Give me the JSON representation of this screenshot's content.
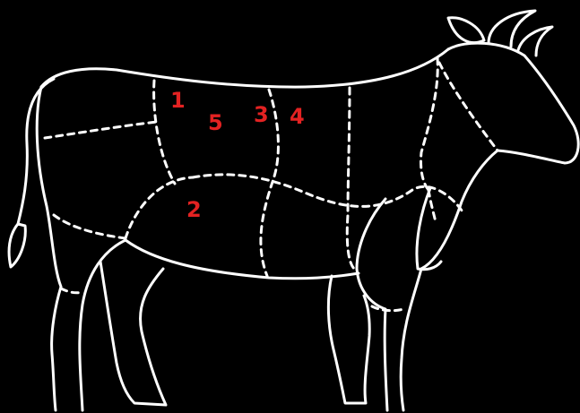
{
  "diagram": {
    "background": "#000000",
    "line_color": "#ffffff",
    "label_color": "#e32222",
    "labels": {
      "region1": "1",
      "region2": "2",
      "region3": "3",
      "region4": "4",
      "region5": "5"
    }
  }
}
